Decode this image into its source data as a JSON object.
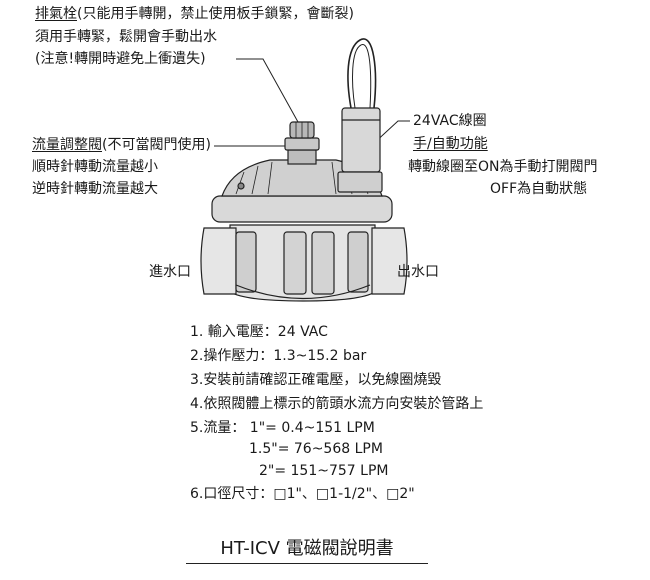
{
  "callouts": {
    "bleed": {
      "title": "排氣栓",
      "title_note": "(只能用手轉開，禁止使用板手鎖緊，會斷裂)",
      "line2": "須用手轉緊，鬆開會手動出水",
      "line3": "(注意!轉開時避免上衝遺失)"
    },
    "flow": {
      "title": "流量調整閥",
      "title_note": "(不可當閥門使用)",
      "line2": "順時針轉動流量越小",
      "line3": "逆時針轉動流量越大"
    },
    "coil": {
      "title": "24VAC線圈",
      "subtitle": "手/自動功能",
      "line3": "轉動線圈至ON為手動打開閥門",
      "line4": "OFF為自動狀態"
    },
    "inlet": "進水口",
    "outlet": "出水口"
  },
  "specs": [
    "1. 輸入電壓：24 VAC",
    "2.操作壓力：1.3~15.2 bar",
    "3.安裝前請確認正確電壓，以免線圈燒毀",
    "4.依照閥體上標示的箭頭水流方向安裝於管路上",
    "5.流量：  1\"= 0.4~151 LPM",
    "1.5\"= 76~568 LPM",
    "2\"= 151~757 LPM",
    "6.口徑尺寸：□1\"、□1-1/2\"、□2\""
  ],
  "doc_title": "HT-ICV 電磁閥說明書"
}
